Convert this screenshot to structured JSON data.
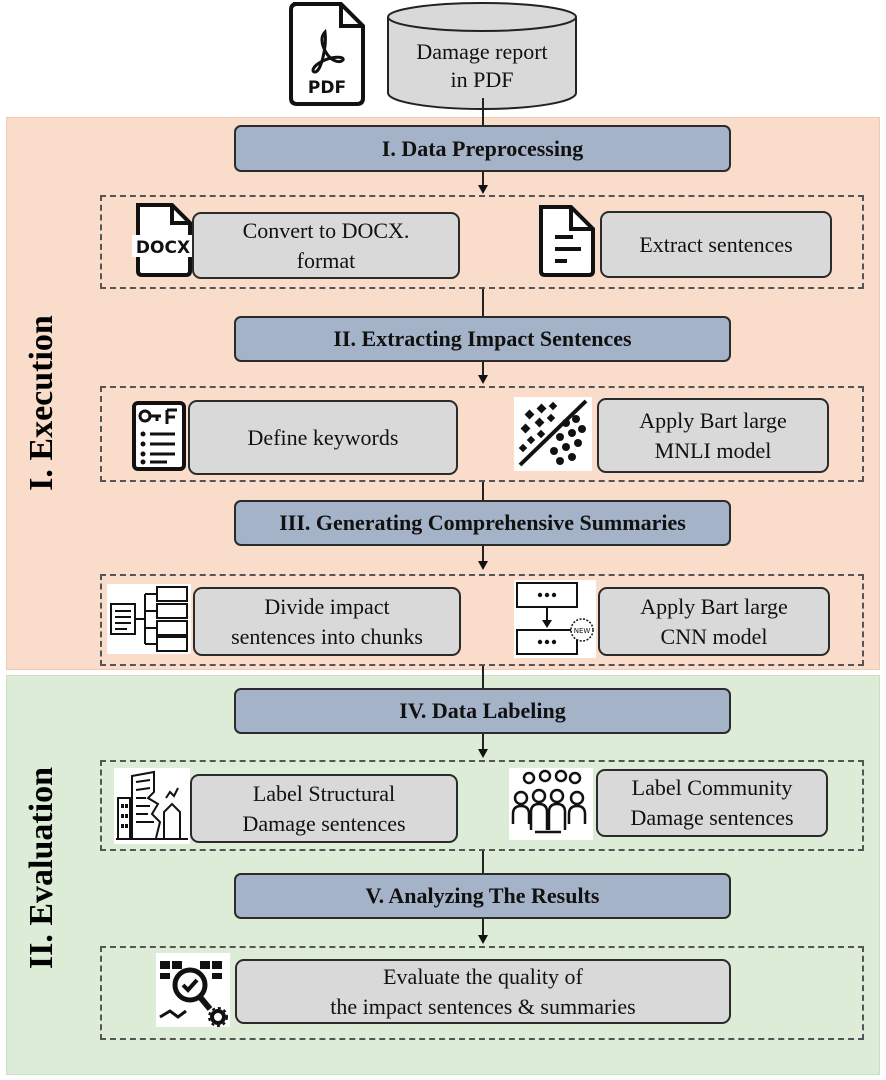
{
  "source": {
    "icon": "pdf-file-icon",
    "icon_text": "PDF",
    "label": "Damage report\nin PDF"
  },
  "zones": {
    "execution": "I. Execution",
    "evaluation": "II. Evaluation"
  },
  "stages": [
    {
      "title": "I. Data Preprocessing",
      "steps": [
        {
          "icon": "docx-file-icon",
          "icon_text": "DOCX",
          "label": "Convert to DOCX.\nformat"
        },
        {
          "icon": "document-lines-icon",
          "label": "Extract sentences"
        }
      ]
    },
    {
      "title": "II. Extracting Impact Sentences",
      "steps": [
        {
          "icon": "keyword-list-icon",
          "label": "Define keywords"
        },
        {
          "icon": "scatter-classifier-icon",
          "label": "Apply Bart large\nMNLI model"
        }
      ]
    },
    {
      "title": "III. Generating Comprehensive Summaries",
      "steps": [
        {
          "icon": "chunk-hierarchy-icon",
          "label": "Divide impact\nsentences into chunks"
        },
        {
          "icon": "flow-new-icon",
          "icon_text": "NEW",
          "label": "Apply Bart large\nCNN model"
        }
      ]
    },
    {
      "title": "IV. Data Labeling",
      "steps": [
        {
          "icon": "damaged-building-icon",
          "label": "Label Structural\nDamage sentences"
        },
        {
          "icon": "community-people-icon",
          "label": "Label Community\nDamage sentences"
        }
      ]
    },
    {
      "title": "V. Analyzing The Results",
      "steps": [
        {
          "icon": "quality-evaluation-icon",
          "label": "Evaluate the quality of\nthe impact sentences & summaries"
        }
      ]
    }
  ],
  "colors": {
    "execution_zone": "#fadccb",
    "evaluation_zone": "#dcecd7",
    "stage_box": "#a5b3c9",
    "step_box": "#d9d9d9"
  }
}
